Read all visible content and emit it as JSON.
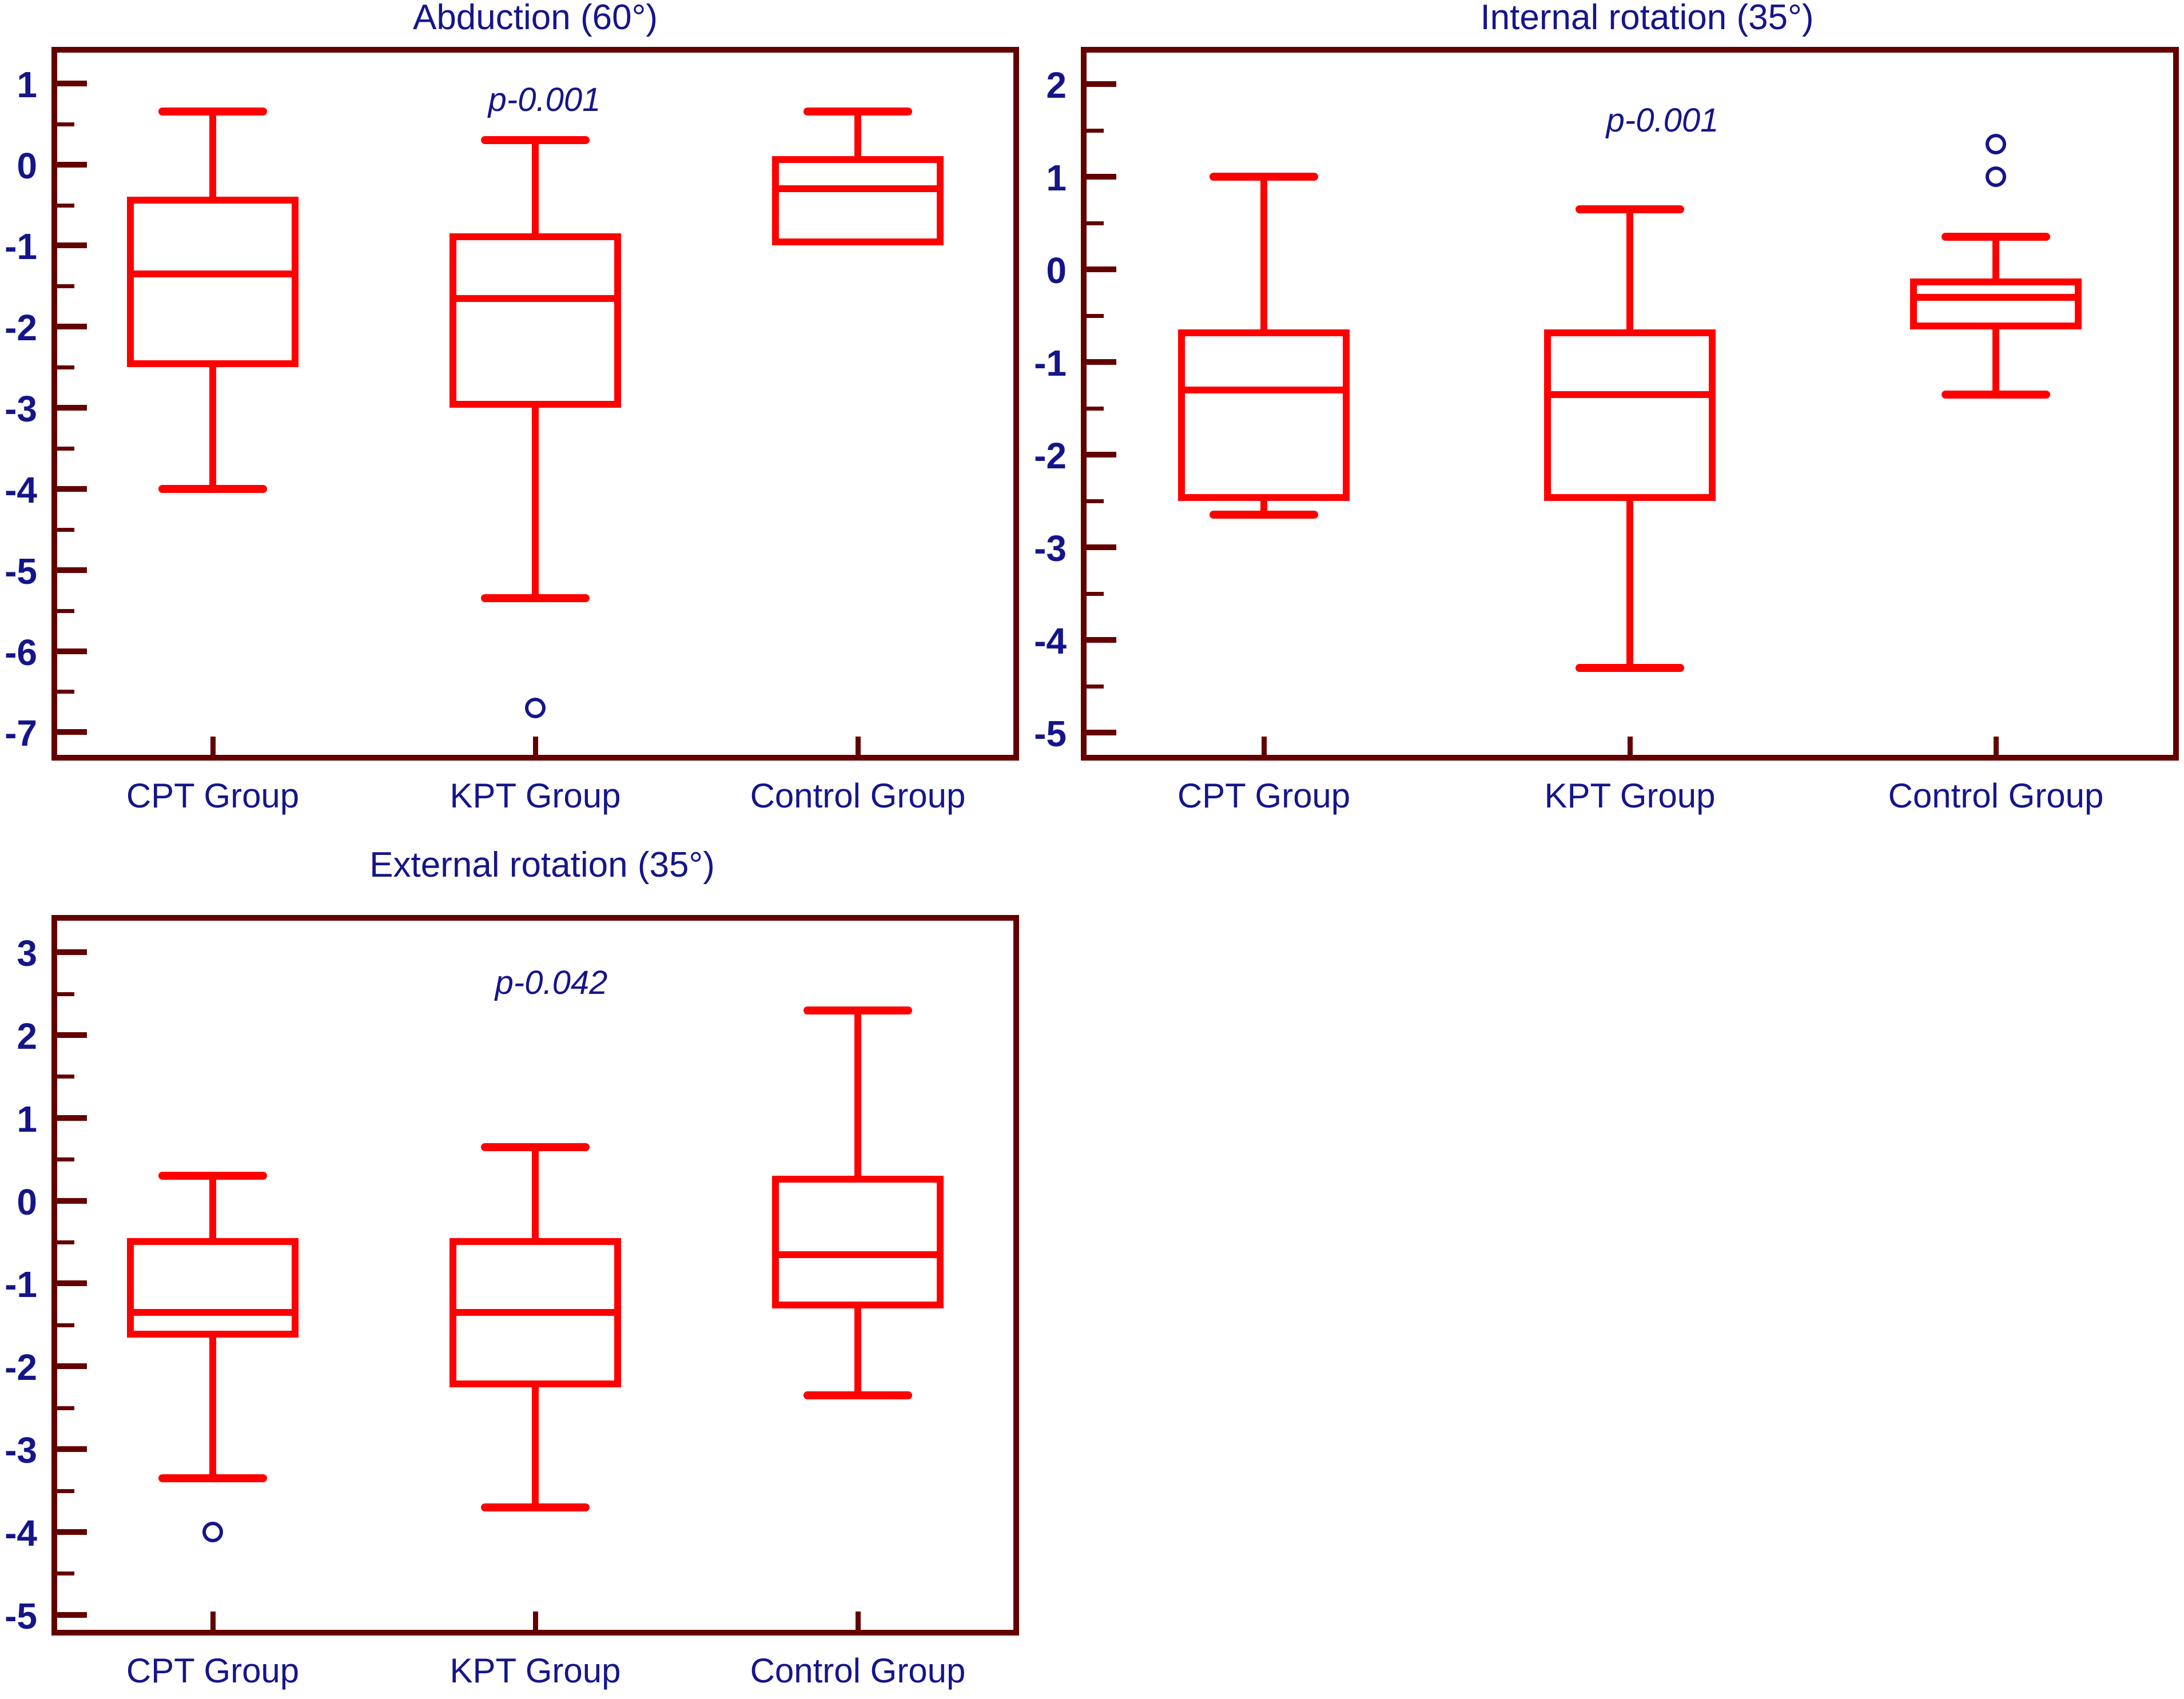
{
  "figure": {
    "background": "#ffffff"
  },
  "colors": {
    "box_red": "#FF0000",
    "axis_maroon": "#630000",
    "text_navy": "#15158A"
  },
  "chart_data": [
    {
      "type": "box",
      "title": "Abduction (60°)",
      "annotation": "p-0.001",
      "categories": [
        "CPT Group",
        "KPT Group",
        "Control Group"
      ],
      "ylim": [
        -7.35,
        1.45
      ],
      "yticks": [
        1,
        0,
        -1,
        -2,
        -3,
        -4,
        -5,
        -6,
        -7
      ],
      "minor_tick_step": 0.5,
      "grid": false,
      "legend": "none",
      "series": [
        {
          "name": "CPT Group",
          "whisker_low": -4.0,
          "q1": -2.5,
          "median": -1.35,
          "q3": -0.4,
          "whisker_high": 0.65,
          "outliers": []
        },
        {
          "name": "KPT Group",
          "whisker_low": -5.35,
          "q1": -3.0,
          "median": -1.65,
          "q3": -0.85,
          "whisker_high": 0.3,
          "outliers": [
            -6.7
          ]
        },
        {
          "name": "Control Group",
          "whisker_low": null,
          "q1": -1.0,
          "median": -0.3,
          "q3": 0.1,
          "whisker_high": 0.65,
          "outliers": []
        }
      ]
    },
    {
      "type": "box",
      "title": "Internal rotation (35°)",
      "annotation": "p-0.001",
      "categories": [
        "CPT Group",
        "KPT Group",
        "Control Group"
      ],
      "ylim": [
        -5.3,
        2.4
      ],
      "yticks": [
        2,
        1,
        0,
        -1,
        -2,
        -3,
        -4,
        -5
      ],
      "minor_tick_step": 0.5,
      "grid": false,
      "legend": "none",
      "series": [
        {
          "name": "CPT Group",
          "whisker_low": -2.65,
          "q1": -2.5,
          "median": -1.3,
          "q3": -0.65,
          "whisker_high": 1.0,
          "outliers": []
        },
        {
          "name": "KPT Group",
          "whisker_low": -4.3,
          "q1": -2.5,
          "median": -1.35,
          "q3": -0.65,
          "whisker_high": 0.65,
          "outliers": []
        },
        {
          "name": "Control Group",
          "whisker_low": -1.35,
          "q1": -0.65,
          "median": -0.3,
          "q3": -0.1,
          "whisker_high": 0.35,
          "outliers": [
            1.35,
            1.0
          ]
        }
      ]
    },
    {
      "type": "box",
      "title": "External rotation (35°)",
      "annotation": "p-0.042",
      "categories": [
        "CPT Group",
        "KPT Group",
        "Control Group"
      ],
      "ylim": [
        -5.25,
        3.45
      ],
      "yticks": [
        3,
        2,
        1,
        0,
        -1,
        -2,
        -3,
        -4,
        -5
      ],
      "minor_tick_step": 0.5,
      "grid": false,
      "legend": "none",
      "series": [
        {
          "name": "CPT Group",
          "whisker_low": -3.35,
          "q1": -1.65,
          "median": -1.35,
          "q3": -0.45,
          "whisker_high": 0.3,
          "outliers": [
            -4.0
          ]
        },
        {
          "name": "KPT Group",
          "whisker_low": -3.7,
          "q1": -2.25,
          "median": -1.35,
          "q3": -0.45,
          "whisker_high": 0.65,
          "outliers": []
        },
        {
          "name": "Control Group",
          "whisker_low": -2.35,
          "q1": -1.3,
          "median": -0.65,
          "q3": 0.3,
          "whisker_high": 2.3,
          "outliers": []
        }
      ]
    }
  ]
}
